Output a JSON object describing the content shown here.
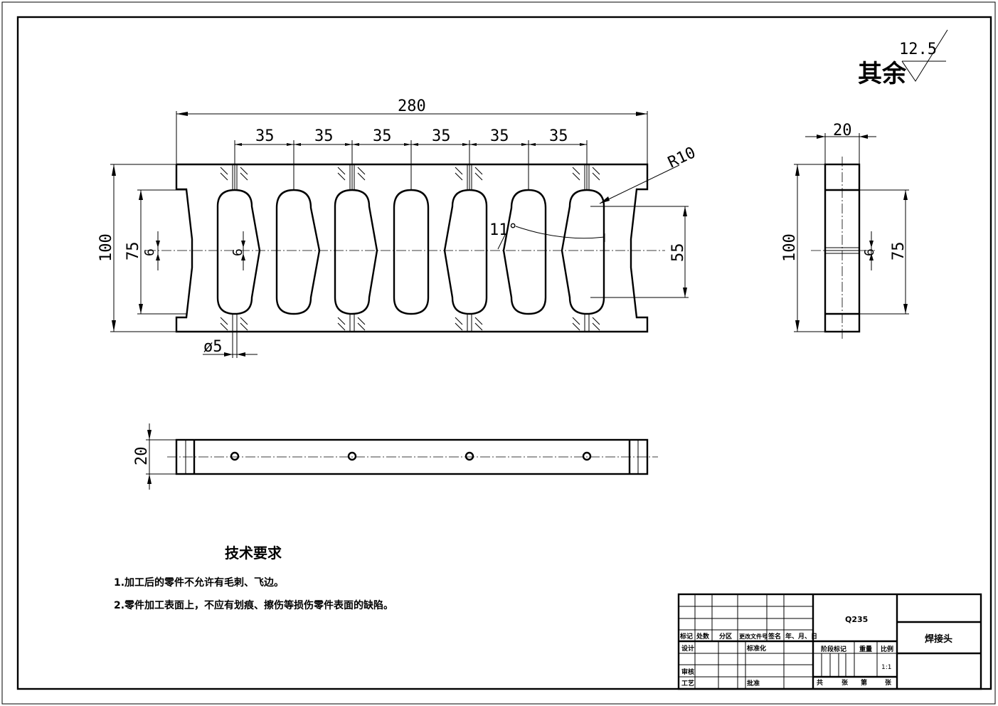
{
  "surface_finish": {
    "label": "其余",
    "value": "12.5"
  },
  "dimensions": {
    "overall_length": "280",
    "pitch": [
      "35",
      "35",
      "35",
      "35",
      "35",
      "35"
    ],
    "radius": "R10",
    "height": "100",
    "inner_height": "75",
    "slot": "6",
    "inner_width": "55",
    "angle": "11°",
    "hole": "ø5",
    "side_width": "20",
    "thickness": "20"
  },
  "tech_req": {
    "title": "技术要求",
    "items": [
      "1.加工后的零件不允许有毛刺、飞边。",
      "2.零件加工表面上，不应有划痕、擦伤等损伤零件表面的缺陷。"
    ]
  },
  "title_block": {
    "material": "Q235",
    "part_name": "焊接头",
    "scale": "1:1",
    "header": [
      "标记",
      "处数",
      "分区",
      "更改文件号",
      "签名",
      "年、月、日"
    ],
    "design": "设计",
    "standardize": "标准化",
    "stage_mark": "阶段标记",
    "weight": "重量",
    "ratio": "比例",
    "review": "审核",
    "process": "工艺",
    "approve": "批准",
    "total": "共",
    "sheets": "张",
    "no": "第",
    "sheet": "张"
  }
}
